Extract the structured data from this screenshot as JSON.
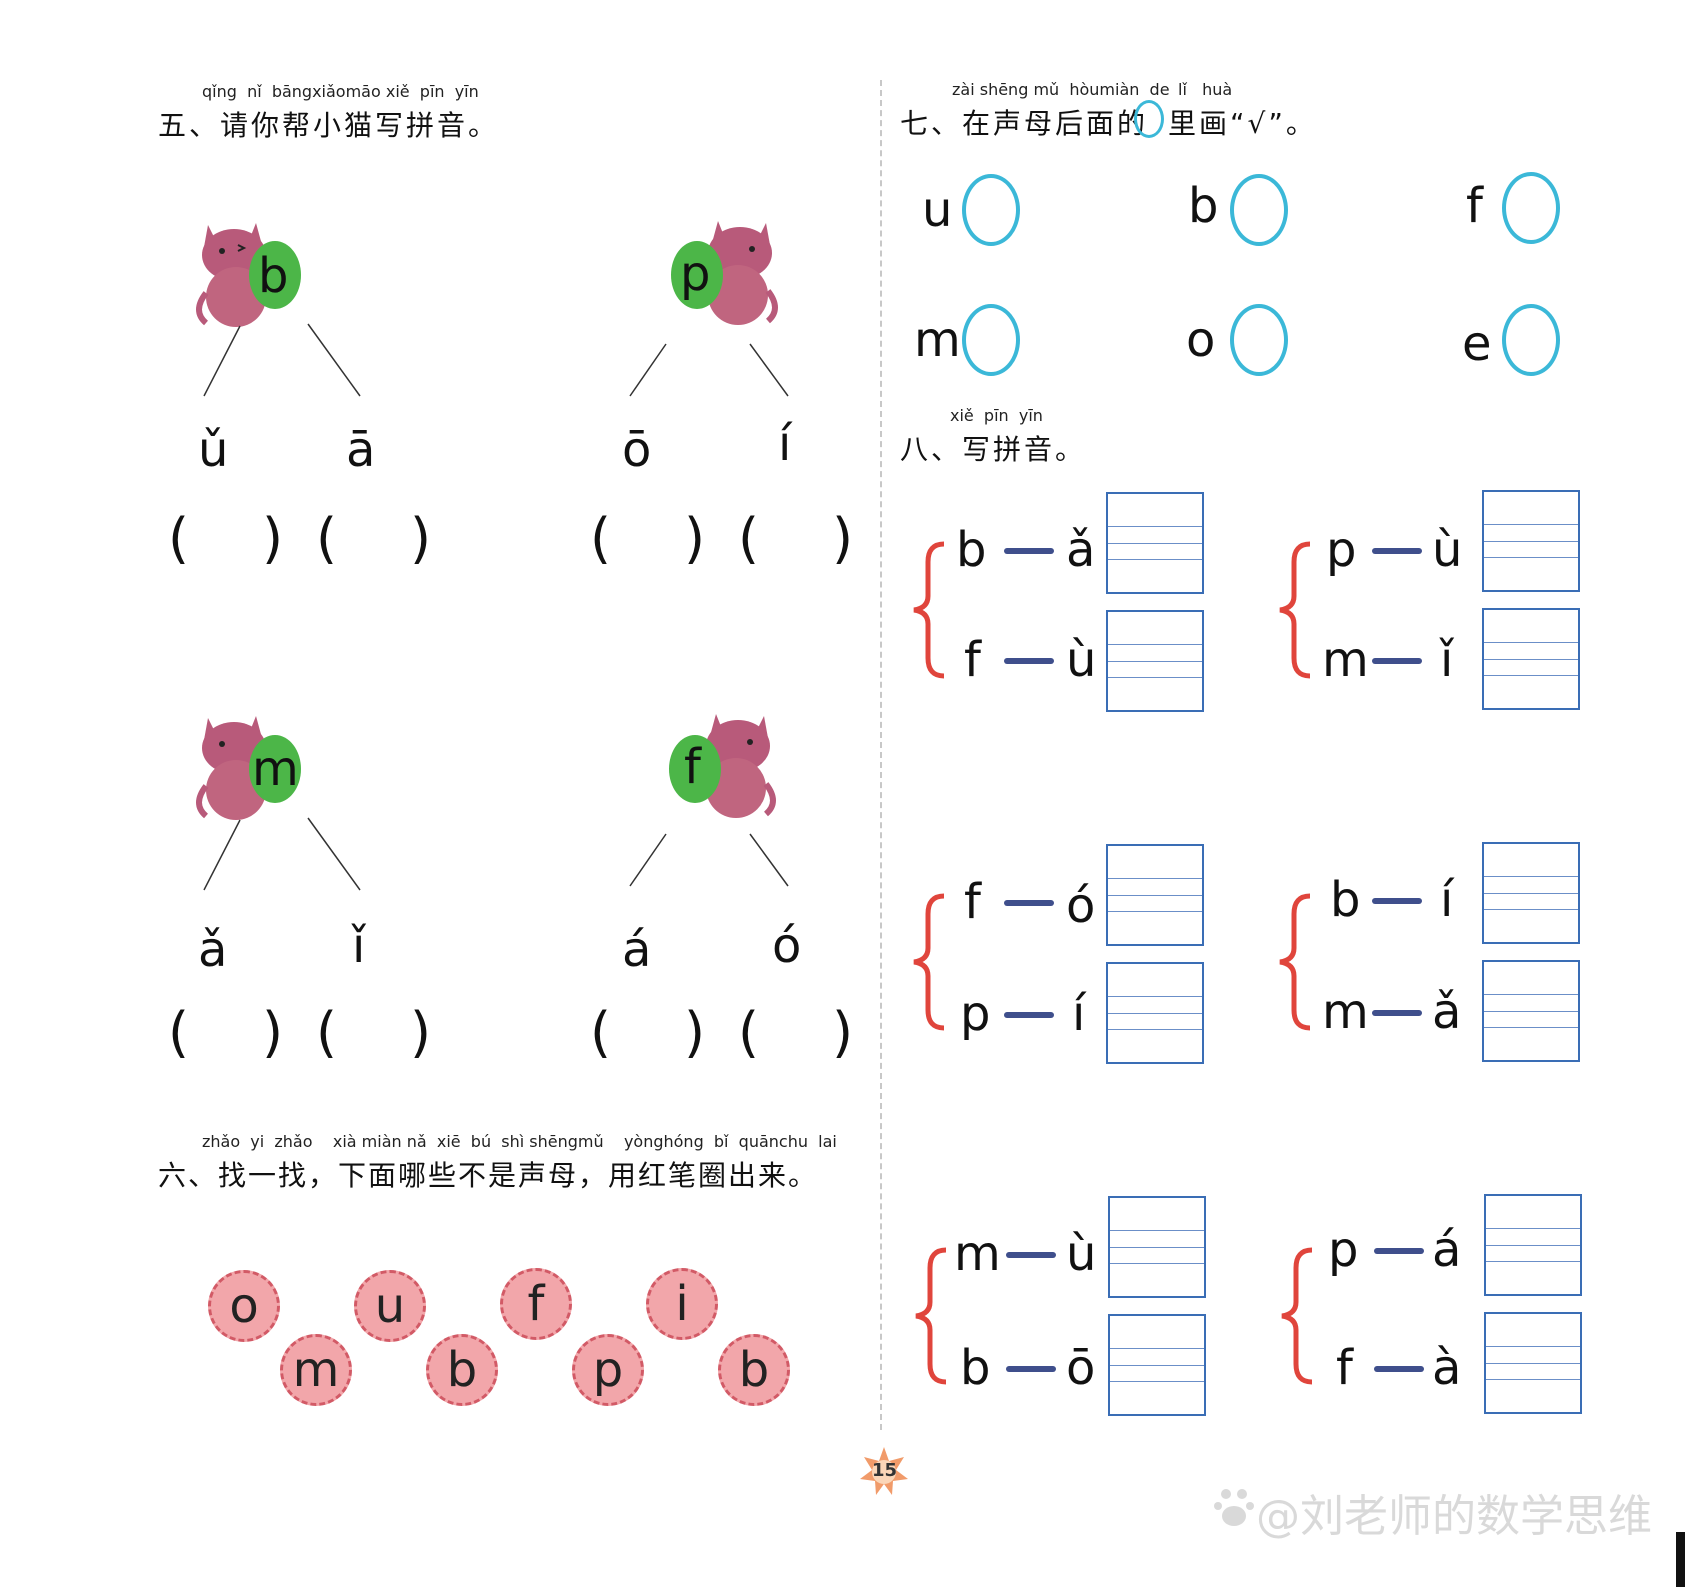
{
  "section5": {
    "pinyin": "qǐng  nǐ  bāngxiǎomāo xiě  pīn  yīn",
    "title": "五、请你帮小猫写拼音。",
    "cats": [
      {
        "letter": "b",
        "left": "ǔ",
        "right": "ā"
      },
      {
        "letter": "p",
        "left": "ō",
        "right": "í"
      },
      {
        "letter": "m",
        "left": "ǎ",
        "right": "ǐ"
      },
      {
        "letter": "f",
        "left": "á",
        "right": "ó"
      }
    ],
    "paren_open": "(",
    "paren_close": ")"
  },
  "section6": {
    "pinyin": "zhǎo  yi  zhǎo    xià miàn nǎ  xiē  bú  shì shēngmǔ    yònghóng  bǐ  quānchu  lai",
    "title": "六、找一找，下面哪些不是声母，用红笔圈出来。",
    "beads": [
      "o",
      "m",
      "u",
      "b",
      "f",
      "p",
      "i",
      "b"
    ]
  },
  "section7": {
    "pinyin": "zài shēng mǔ  hòumiàn  de",
    "pinyin2": "lǐ   huà",
    "title_a": "七、在声母后面的",
    "title_b": "里画“√”。",
    "letters": [
      "u",
      "b",
      "f",
      "m",
      "o",
      "e"
    ]
  },
  "section8": {
    "pinyin": "xiě  pīn  yīn",
    "title": "八、写拼音。",
    "groups": [
      {
        "top": [
          "b",
          "ǎ"
        ],
        "bottom": [
          "f",
          "ù"
        ]
      },
      {
        "top": [
          "p",
          "ù"
        ],
        "bottom": [
          "m",
          "ǐ"
        ]
      },
      {
        "top": [
          "f",
          "ó"
        ],
        "bottom": [
          "p",
          "í"
        ]
      },
      {
        "top": [
          "b",
          "í"
        ],
        "bottom": [
          "m",
          "ǎ"
        ]
      },
      {
        "top": [
          "m",
          "ù"
        ],
        "bottom": [
          "b",
          "ō"
        ]
      },
      {
        "top": [
          "p",
          "á"
        ],
        "bottom": [
          "f",
          "à"
        ]
      }
    ]
  },
  "page_number": "15",
  "watermark": "@刘老师的数学思维",
  "colors": {
    "circle": "#3bb8d8",
    "brace": "#e0453c",
    "box": "#3a6db5",
    "bead": "#f2a6aa",
    "cat": "#b85a7a",
    "ball": "#4cb648"
  },
  "icons": [
    "cat-holding-ball-icon",
    "star-badge-icon",
    "baidu-paw-icon"
  ]
}
